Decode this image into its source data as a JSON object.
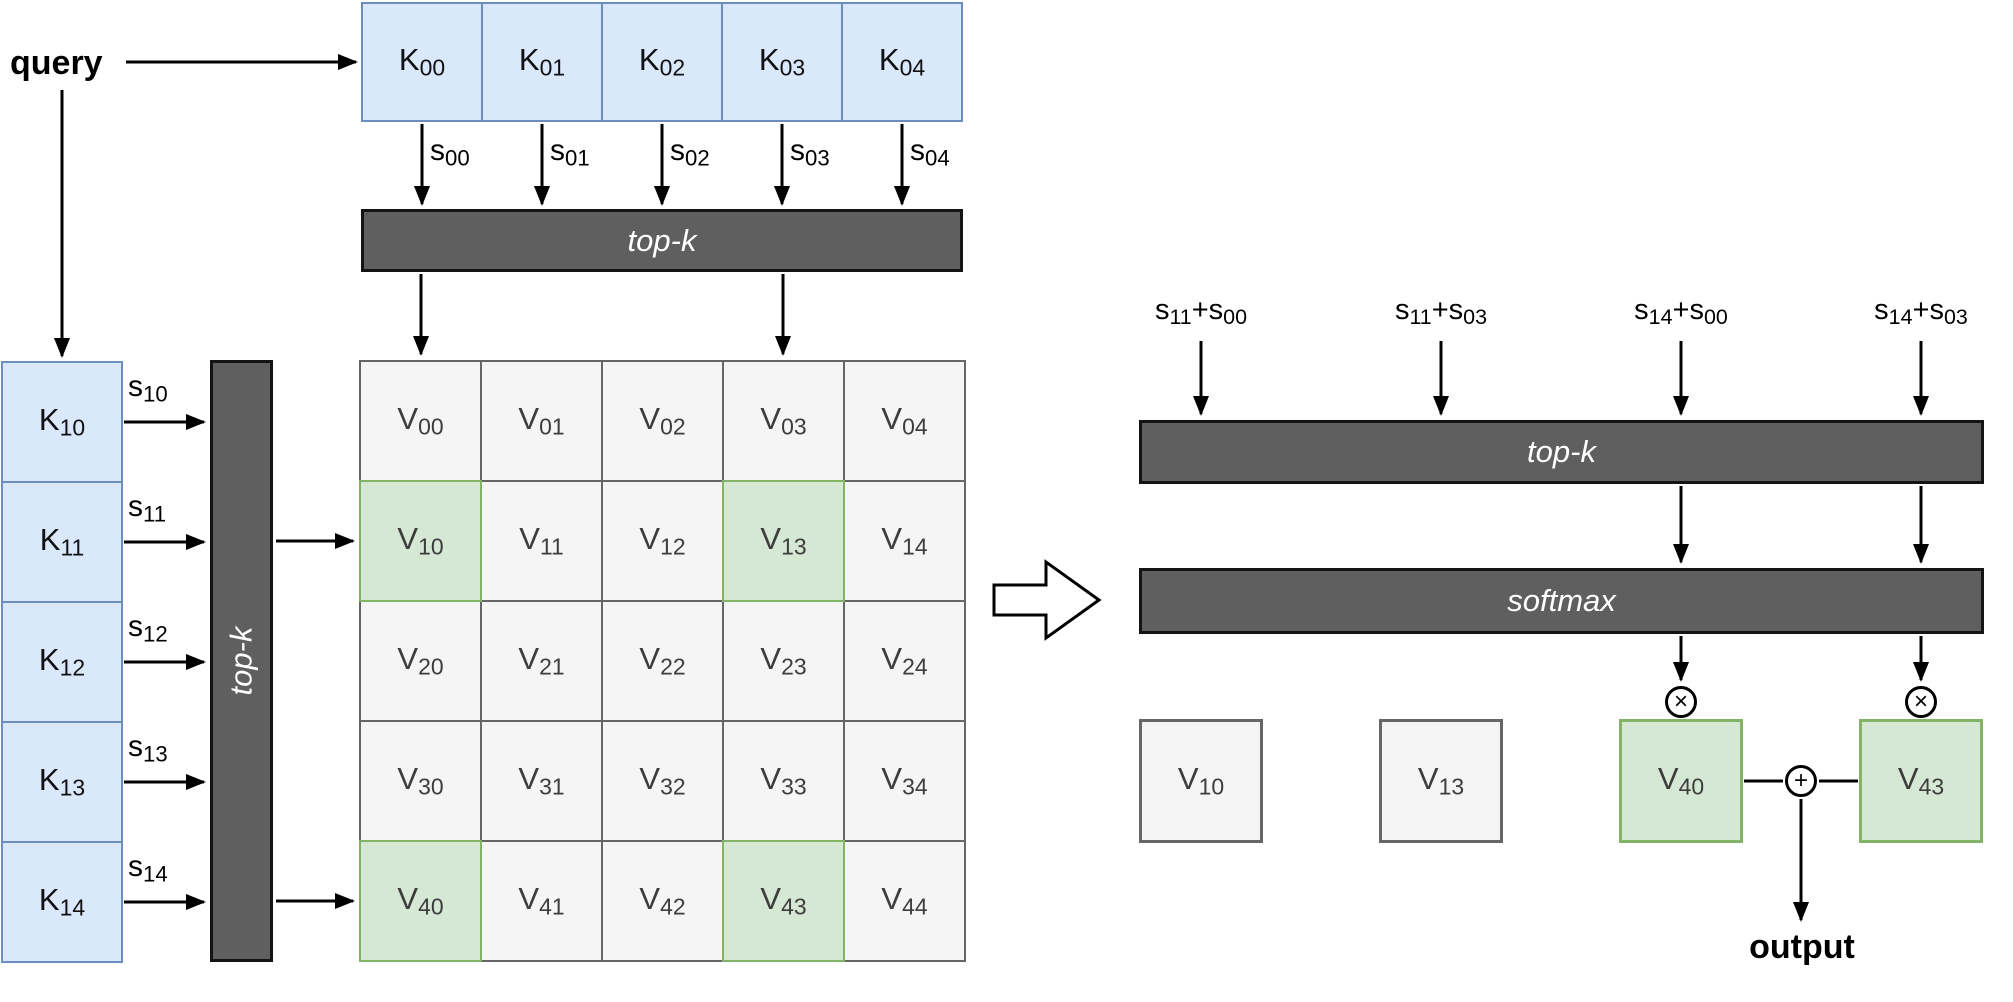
{
  "query_label": "query",
  "output_label": "output",
  "bars": {
    "topk_top": "top-k",
    "topk_left": "top-k",
    "topk_right": "top-k",
    "softmax": "softmax"
  },
  "k_row": [
    {
      "base": "K",
      "sub": "00"
    },
    {
      "base": "K",
      "sub": "01"
    },
    {
      "base": "K",
      "sub": "02"
    },
    {
      "base": "K",
      "sub": "03"
    },
    {
      "base": "K",
      "sub": "04"
    }
  ],
  "s_row": [
    {
      "base": "s",
      "sub": "00"
    },
    {
      "base": "s",
      "sub": "01"
    },
    {
      "base": "s",
      "sub": "02"
    },
    {
      "base": "s",
      "sub": "03"
    },
    {
      "base": "s",
      "sub": "04"
    }
  ],
  "k_col": [
    {
      "base": "K",
      "sub": "10"
    },
    {
      "base": "K",
      "sub": "11"
    },
    {
      "base": "K",
      "sub": "12"
    },
    {
      "base": "K",
      "sub": "13"
    },
    {
      "base": "K",
      "sub": "14"
    }
  ],
  "s_col": [
    {
      "base": "s",
      "sub": "10"
    },
    {
      "base": "s",
      "sub": "11"
    },
    {
      "base": "s",
      "sub": "12"
    },
    {
      "base": "s",
      "sub": "13"
    },
    {
      "base": "s",
      "sub": "14"
    }
  ],
  "v_grid": [
    [
      {
        "base": "V",
        "sub": "00"
      },
      {
        "base": "V",
        "sub": "01"
      },
      {
        "base": "V",
        "sub": "02"
      },
      {
        "base": "V",
        "sub": "03"
      },
      {
        "base": "V",
        "sub": "04"
      }
    ],
    [
      {
        "base": "V",
        "sub": "10",
        "highlight": true
      },
      {
        "base": "V",
        "sub": "11"
      },
      {
        "base": "V",
        "sub": "12"
      },
      {
        "base": "V",
        "sub": "13",
        "highlight": true
      },
      {
        "base": "V",
        "sub": "14"
      }
    ],
    [
      {
        "base": "V",
        "sub": "20"
      },
      {
        "base": "V",
        "sub": "21"
      },
      {
        "base": "V",
        "sub": "22"
      },
      {
        "base": "V",
        "sub": "23"
      },
      {
        "base": "V",
        "sub": "24"
      }
    ],
    [
      {
        "base": "V",
        "sub": "30"
      },
      {
        "base": "V",
        "sub": "31"
      },
      {
        "base": "V",
        "sub": "32"
      },
      {
        "base": "V",
        "sub": "33"
      },
      {
        "base": "V",
        "sub": "34"
      }
    ],
    [
      {
        "base": "V",
        "sub": "40",
        "highlight": true
      },
      {
        "base": "V",
        "sub": "41"
      },
      {
        "base": "V",
        "sub": "42"
      },
      {
        "base": "V",
        "sub": "43",
        "highlight": true
      },
      {
        "base": "V",
        "sub": "44"
      }
    ]
  ],
  "sum_labels": [
    {
      "b1": "s",
      "s1": "11",
      "op": "+",
      "b2": "s",
      "s2": "00"
    },
    {
      "b1": "s",
      "s1": "11",
      "op": "+",
      "b2": "s",
      "s2": "03"
    },
    {
      "b1": "s",
      "s1": "14",
      "op": "+",
      "b2": "s",
      "s2": "00"
    },
    {
      "b1": "s",
      "s1": "14",
      "op": "+",
      "b2": "s",
      "s2": "03"
    }
  ],
  "result_boxes": [
    {
      "base": "V",
      "sub": "10",
      "green": false
    },
    {
      "base": "V",
      "sub": "13",
      "green": false
    },
    {
      "base": "V",
      "sub": "40",
      "green": true
    },
    {
      "base": "V",
      "sub": "43",
      "green": true
    }
  ],
  "operators": {
    "multiply": "×",
    "add": "+"
  },
  "colors": {
    "blue_fill": "#dae8fc",
    "blue_stroke": "#6c8ebf",
    "green_fill": "#d5e8d4",
    "green_stroke": "#82b366",
    "gray_fill": "#f5f5f5",
    "gray_stroke": "#666666",
    "bar_fill": "#5f5f5f",
    "bar_stroke": "#141414",
    "arrow": "#000000"
  }
}
